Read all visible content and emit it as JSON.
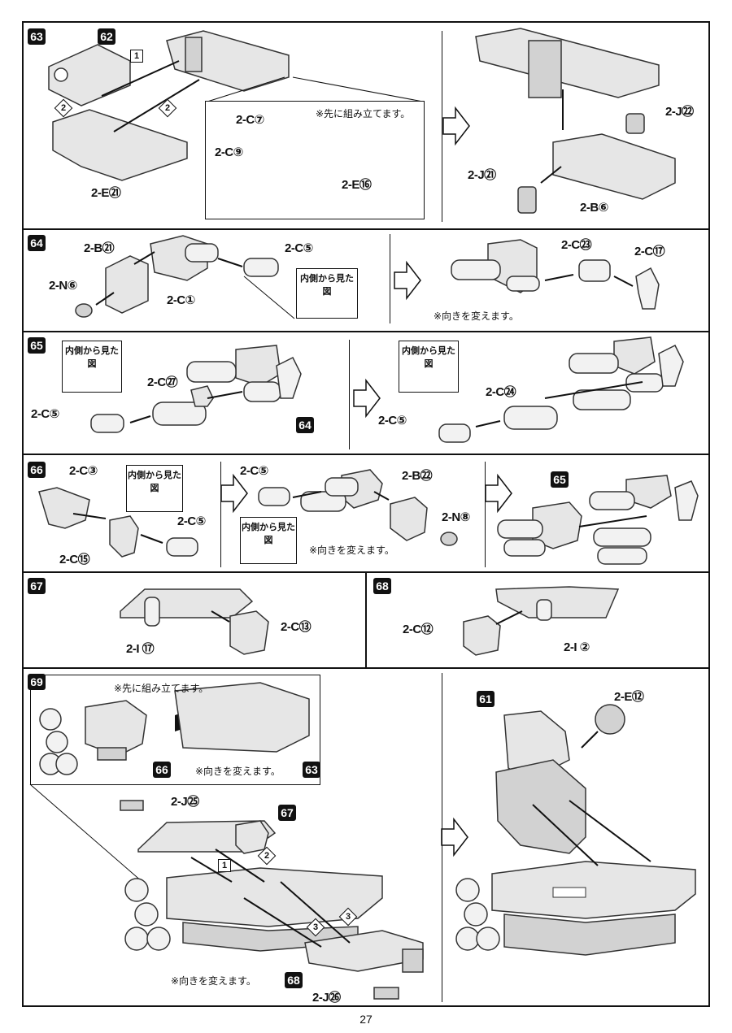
{
  "page_number": "27",
  "steps": {
    "s63": "63",
    "s62": "62",
    "s64": "64",
    "s65": "65",
    "s66": "66",
    "s67": "67",
    "s68": "68",
    "s69": "69",
    "s61": "61"
  },
  "labels": {
    "l63_e21": "2-E㉑",
    "l63_c7": "2-C⑦",
    "l63_c9": "2-C⑨",
    "l63_e16": "2-E⑯",
    "l63_j22": "2-J㉒",
    "l63_j21": "2-J㉑",
    "l63_b6": "2-B⑥",
    "l64_b21": "2-B㉑",
    "l64_n6": "2-N⑥",
    "l64_c1": "2-C①",
    "l64_c5": "2-C⑤",
    "l64_c23": "2-C㉓",
    "l64_c17": "2-C⑰",
    "l65_c5a": "2-C⑤",
    "l65_c27": "2-C㉗",
    "l65_c5b": "2-C⑤",
    "l65_c24": "2-C㉔",
    "l66_c3": "2-C③",
    "l66_c5a": "2-C⑤",
    "l66_c15": "2-C⑮",
    "l66_c5b": "2-C⑤",
    "l66_b22": "2-B㉒",
    "l66_n8": "2-N⑧",
    "l67_i17": "2-I ⑰",
    "l67_c13": "2-C⑬",
    "l68_c12": "2-C⑫",
    "l68_i2": "2-I ②",
    "l69_j25": "2-J㉕",
    "l69_j26": "2-J㉖",
    "l69_e12": "2-E⑫"
  },
  "notes": {
    "pre_assemble": "※先に組み立てます。",
    "inner_view": "内側から見た図",
    "change_dir": "※向きを変えます。"
  },
  "seq": {
    "one": "1",
    "two": "2",
    "three": "3"
  }
}
